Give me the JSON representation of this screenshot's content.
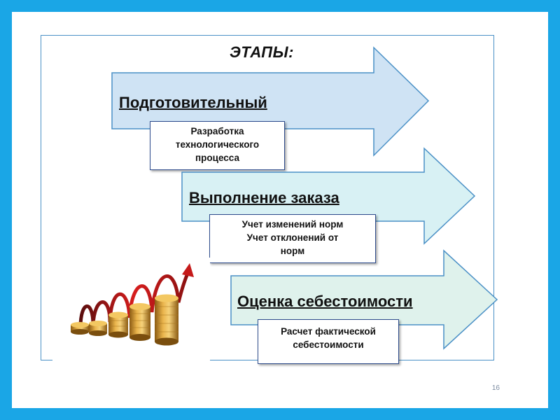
{
  "title": "ЭТАПЫ:",
  "stages": [
    {
      "label": "Подготовительный",
      "detail": [
        "Разработка",
        "технологического",
        "процесса"
      ],
      "color": "#cfe3f4"
    },
    {
      "label": "Выполнение заказа",
      "detail": [
        "Учет изменений норм",
        "Учет отклонений от",
        "норм"
      ],
      "color": "#d8f1f4"
    },
    {
      "label": "Оценка себестоимости",
      "detail": [
        "Расчет фактической",
        "себестоимости"
      ],
      "color": "#dff2ec"
    }
  ],
  "page_number": "16",
  "illustration": "growth-coins-arrow"
}
